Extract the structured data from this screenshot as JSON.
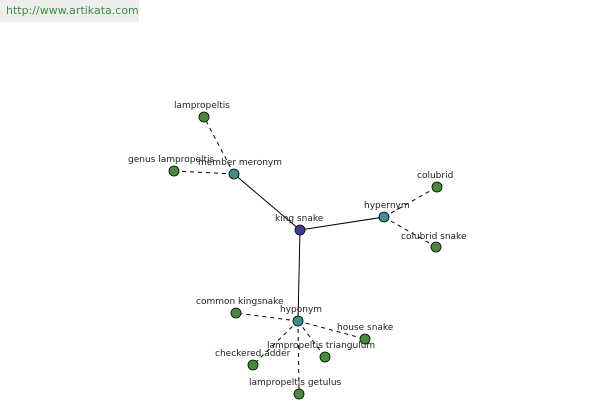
{
  "source": {
    "url_text": "http://www.artikata.com"
  },
  "graph": {
    "colors": {
      "root": "#3b3b9a",
      "relation": "#3d8f8f",
      "leaf": "#4a8a3c"
    },
    "root": {
      "label": "king snake"
    },
    "relations": [
      {
        "label": "member meronym",
        "members": [
          "lampropeltis",
          "genus lampropeltis"
        ]
      },
      {
        "label": "hypernym",
        "members": [
          "colubrid",
          "colubrid snake"
        ]
      },
      {
        "label": "hyponym",
        "members": [
          "common kingsnake",
          "house snake",
          "lampropeltis triangulum",
          "checkered adder",
          "lampropeltis getulus"
        ]
      }
    ]
  }
}
